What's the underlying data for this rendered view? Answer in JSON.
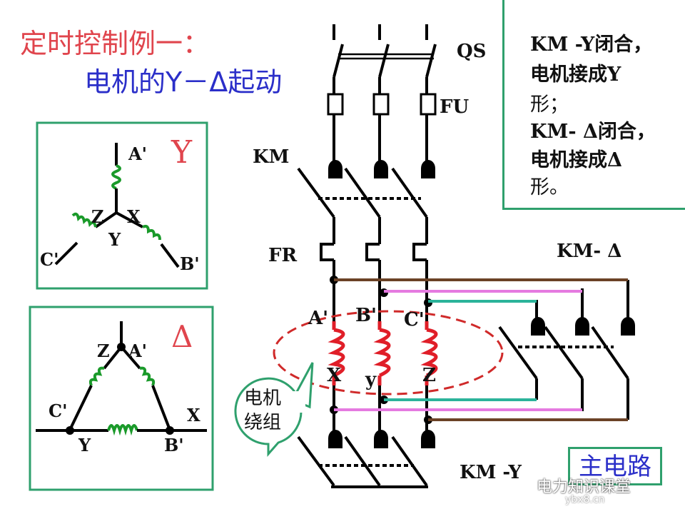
{
  "title": {
    "line1": "定时控制例一：",
    "line2": "电机的Y－Δ起动"
  },
  "notes": {
    "l1": "KM -Y闭合，",
    "l2": "电机接成Y",
    "l3": "形；",
    "l4": "KM- Δ闭合，",
    "l5": "电机接成Δ",
    "l6": "形。"
  },
  "circuit": {
    "qs": "QS",
    "fu": "FU",
    "km": "KM",
    "fr": "FR",
    "km_delta": "KM- Δ",
    "km_y": "KM -Y",
    "a": "A'",
    "b": "B'",
    "c": "C'",
    "x": "X",
    "y": "y",
    "z": "Z",
    "winding_callout_1": "电机",
    "winding_callout_2": "绕组"
  },
  "star_box": {
    "symbol": "Y",
    "a": "A'",
    "b": "B'",
    "c": "C'",
    "x": "X",
    "y": "Y",
    "z": "Z"
  },
  "delta_box": {
    "symbol": "Δ",
    "a": "A'",
    "b": "B'",
    "c": "C'",
    "x": "X",
    "y": "Y",
    "z": "Z"
  },
  "badge": "主电路",
  "watermark": {
    "name": "电力知识课堂",
    "site": "ybx8.cn"
  },
  "colors": {
    "red": "#e0454d",
    "blue": "#2b2fc9",
    "green": "#2fa06d",
    "coil": "#e01e28",
    "brown": "#6b4226",
    "magenta": "#e57ae0",
    "teal": "#2bb39a"
  }
}
